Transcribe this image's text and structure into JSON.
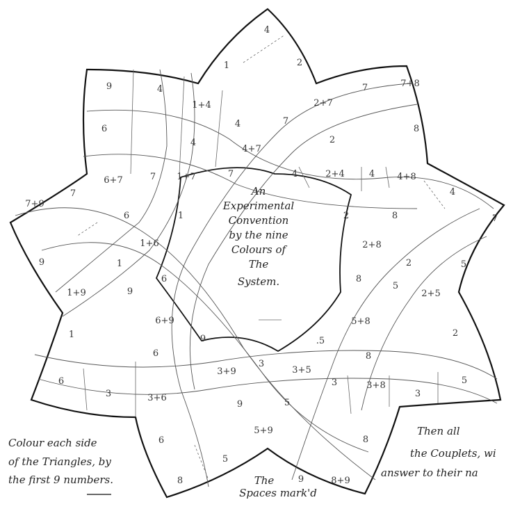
{
  "center_text": [
    "An",
    "Experimental",
    "Convention",
    "by the nine",
    "Colours of",
    "The",
    "System."
  ],
  "left_note": [
    "Colour each side",
    "of the Triangles, by",
    "the first 9 numbers."
  ],
  "bottom_note": [
    "The",
    "Spaces mark'd"
  ],
  "right_note": [
    "Then all",
    "the Couplets, wi",
    "answer to their na"
  ],
  "cells": [
    "4",
    "1",
    "2",
    "9",
    "4",
    "1+4",
    "6",
    "4",
    "4",
    "7",
    "2+7",
    "7",
    "7+8",
    "2",
    "8",
    "4+7",
    "6+7",
    "7",
    "1+7",
    "7",
    "4",
    "2+4",
    "4",
    "4+8",
    "4",
    "7",
    "6",
    "1",
    "7+9",
    "1+6",
    "2",
    "8",
    "7",
    "2+8",
    "9",
    "1",
    "6",
    "1+9",
    "9",
    "6+9",
    "8",
    "2",
    "5",
    "2+5",
    "5",
    "5+8",
    "1",
    "9",
    "6",
    ".5",
    "2",
    "8",
    "3+9",
    "3",
    "3+5",
    "3",
    "3+8",
    "3",
    "5",
    "6",
    "3",
    "3+6",
    "9",
    "5",
    "5+9",
    "8",
    "6",
    "5",
    "8",
    "9",
    "8+9"
  ]
}
